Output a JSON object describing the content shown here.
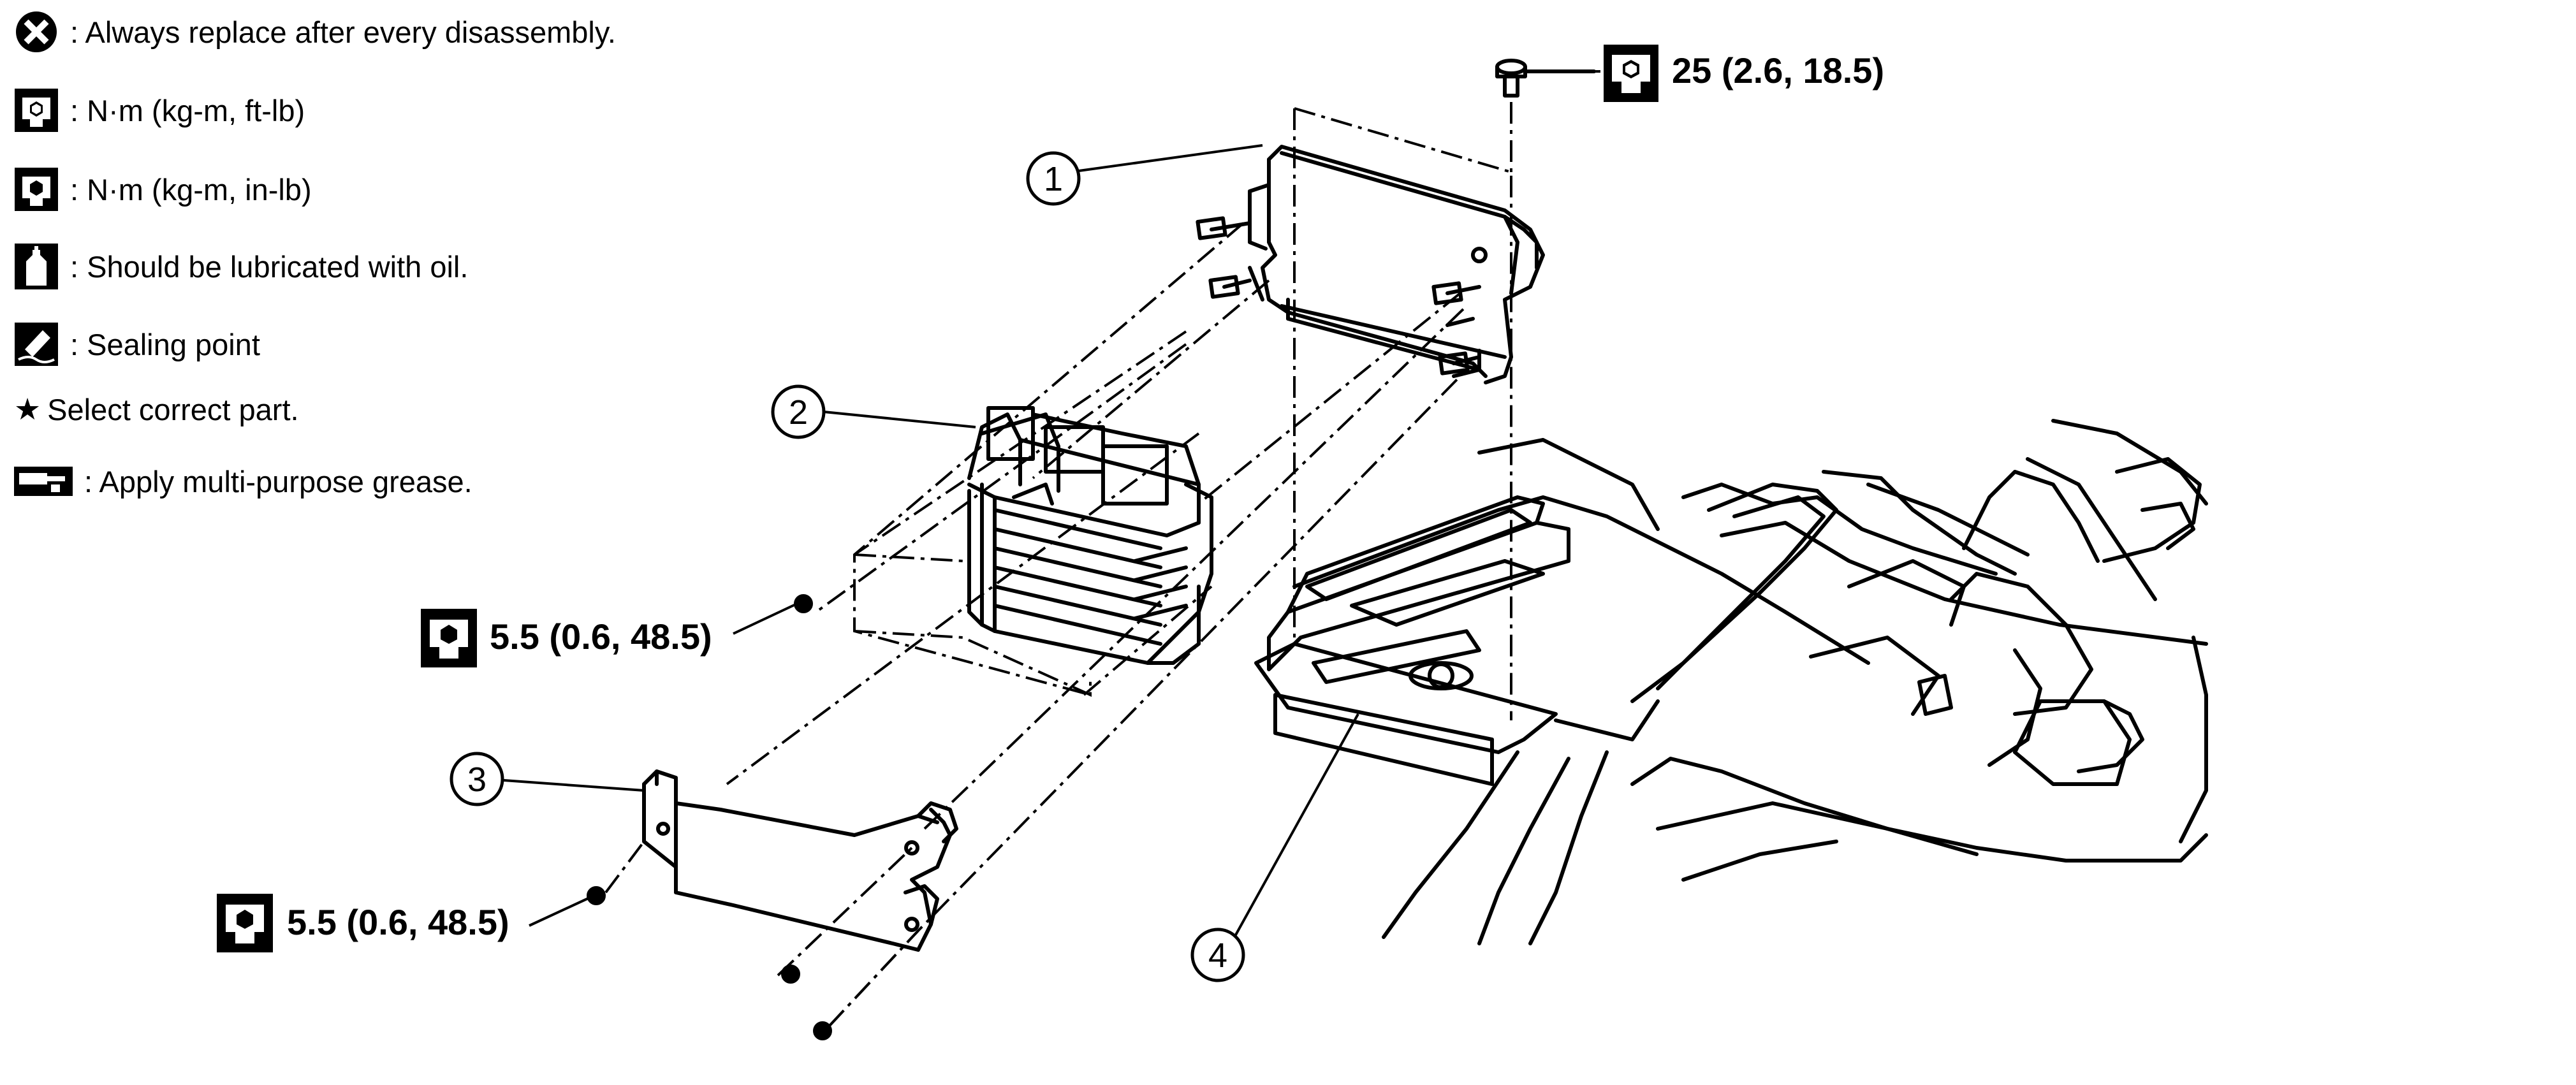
{
  "legend": [
    {
      "icon": "replace-x-icon",
      "text": ": Always replace after every disassembly."
    },
    {
      "icon": "torque-wrench-ft-lb-icon",
      "text": ": N·m (kg-m, ft-lb)"
    },
    {
      "icon": "torque-wrench-in-lb-icon",
      "text": ": N·m (kg-m, in-lb)"
    },
    {
      "icon": "oil-can-icon",
      "text": ": Should be lubricated with oil."
    },
    {
      "icon": "sealing-point-icon",
      "text": ": Sealing point"
    },
    {
      "icon": "star-icon",
      "star": "★",
      "text": "Select correct part."
    },
    {
      "icon": "grease-gun-icon",
      "text": ": Apply multi-purpose grease."
    }
  ],
  "callouts": [
    "1",
    "2",
    "3",
    "4"
  ],
  "torque": {
    "top": "25 (2.6, 18.5)",
    "middle": "5.5 (0.6, 48.5)",
    "bottom": "5.5 (0.6, 48.5)"
  },
  "colors": {
    "ink": "#000000",
    "paper": "#ffffff"
  }
}
